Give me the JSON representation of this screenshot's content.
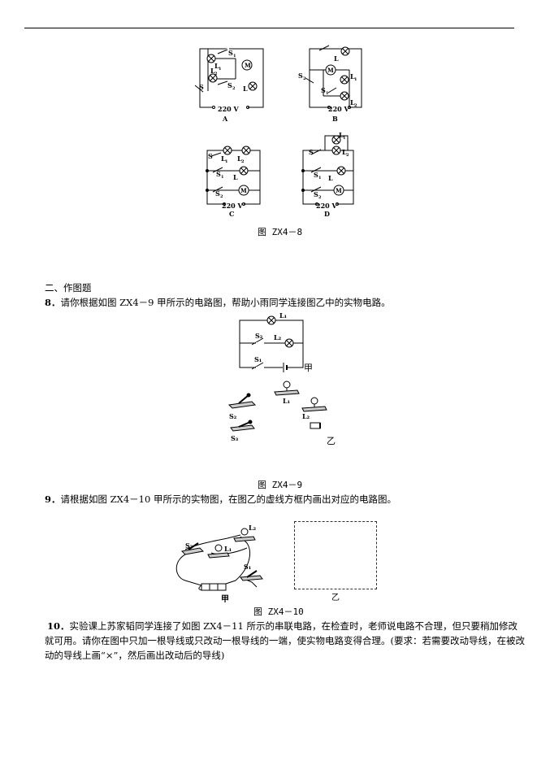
{
  "figure8": {
    "caption": "图 ZX4－8",
    "diagrams": [
      {
        "letter": "A",
        "voltage": "220 V",
        "labels": [
          "S₁",
          "L₁",
          "L₂",
          "S₂",
          "S",
          "L",
          "M"
        ]
      },
      {
        "letter": "B",
        "voltage": "220 V",
        "labels": [
          "L",
          "S₂",
          "M",
          "L₁",
          "S₁",
          "L₂"
        ]
      },
      {
        "letter": "C",
        "voltage": "220 V",
        "labels": [
          "S",
          "L₁",
          "L₂",
          "S₁",
          "L",
          "S₂",
          "M"
        ]
      },
      {
        "letter": "D",
        "voltage": "220 V",
        "labels": [
          "L₁",
          "S",
          "L₂",
          "S₁",
          "L",
          "S₂",
          "M"
        ]
      }
    ]
  },
  "section": {
    "title": "二、作图题"
  },
  "q8": {
    "number": "8．",
    "text": "请你根据如图 ZX4－9 甲所示的电路图，帮助小雨同学连接图乙中的实物电路。",
    "jia": "甲",
    "yi": "乙",
    "labels": {
      "L1": "L₁",
      "L2": "L₂",
      "S1": "S₁",
      "S2": "S₂",
      "S3": "S₃"
    },
    "caption": "图 ZX4－9"
  },
  "q9": {
    "number": "9．",
    "text": "请根据如图 ZX4－10 甲所示的实物图，在图乙的虚线方框内画出对应的电路图。",
    "jia": "甲",
    "yi": "乙",
    "labels": {
      "L1": "L₁",
      "L2": "L₂",
      "S1": "S₁",
      "S2": "S₂"
    },
    "caption": "图 ZX4－10"
  },
  "q10": {
    "number": "10．",
    "line1": "实验课上苏家韬同学连接了如图 ZX4－11 所示的串联电路，在检查时，老师说电路不合理，但只要稍加修改",
    "line2": "就可用。请你在图中只加一根导线或只改动一根导线的一端，使实物电路变得合理。(要求：若需要改动导线，在被改",
    "line3": "动的导线上画“×”，然后画出改动后的导线)"
  }
}
